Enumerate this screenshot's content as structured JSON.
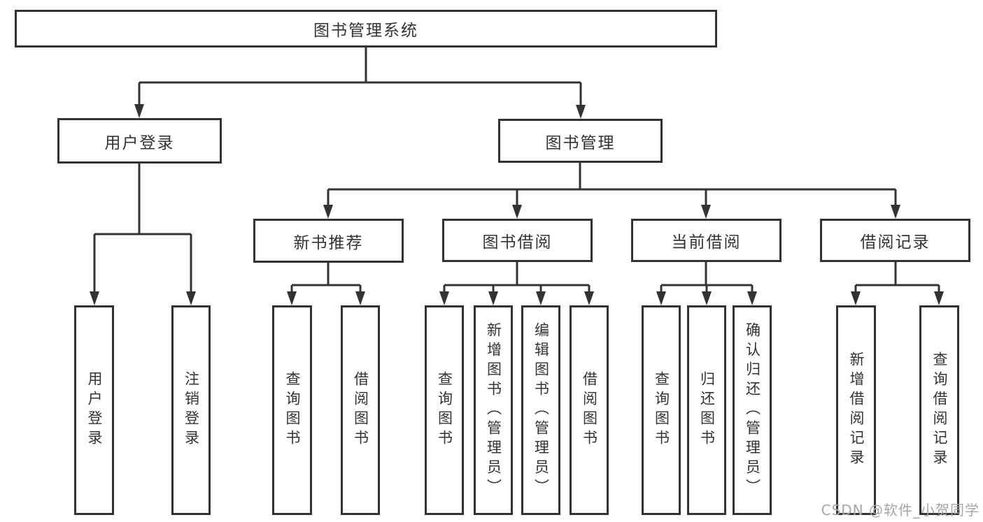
{
  "diagram": {
    "root": {
      "label": "图书管理系统",
      "children": [
        {
          "label": "用户登录",
          "children": [
            {
              "label": "用户登录"
            },
            {
              "label": "注销登录"
            }
          ]
        },
        {
          "label": "图书管理",
          "children": [
            {
              "label": "新书推荐",
              "children": [
                {
                  "label": "查询图书"
                },
                {
                  "label": "借阅图书"
                }
              ]
            },
            {
              "label": "图书借阅",
              "children": [
                {
                  "label": "查询图书"
                },
                {
                  "label": "新增图书（管理员）"
                },
                {
                  "label": "编辑图书（管理员）"
                },
                {
                  "label": "借阅图书"
                }
              ]
            },
            {
              "label": "当前借阅",
              "children": [
                {
                  "label": "查询图书"
                },
                {
                  "label": "归还图书"
                },
                {
                  "label": "确认归还（管理员）"
                }
              ]
            },
            {
              "label": "借阅记录",
              "children": [
                {
                  "label": "新增借阅记录"
                },
                {
                  "label": "查询借阅记录"
                }
              ]
            }
          ]
        }
      ]
    }
  },
  "watermark": "CSDN @软件_小贺同学",
  "colors": {
    "line": "#333333",
    "text": "#333333",
    "watermark": "#a6a6a6",
    "background": "#ffffff"
  }
}
